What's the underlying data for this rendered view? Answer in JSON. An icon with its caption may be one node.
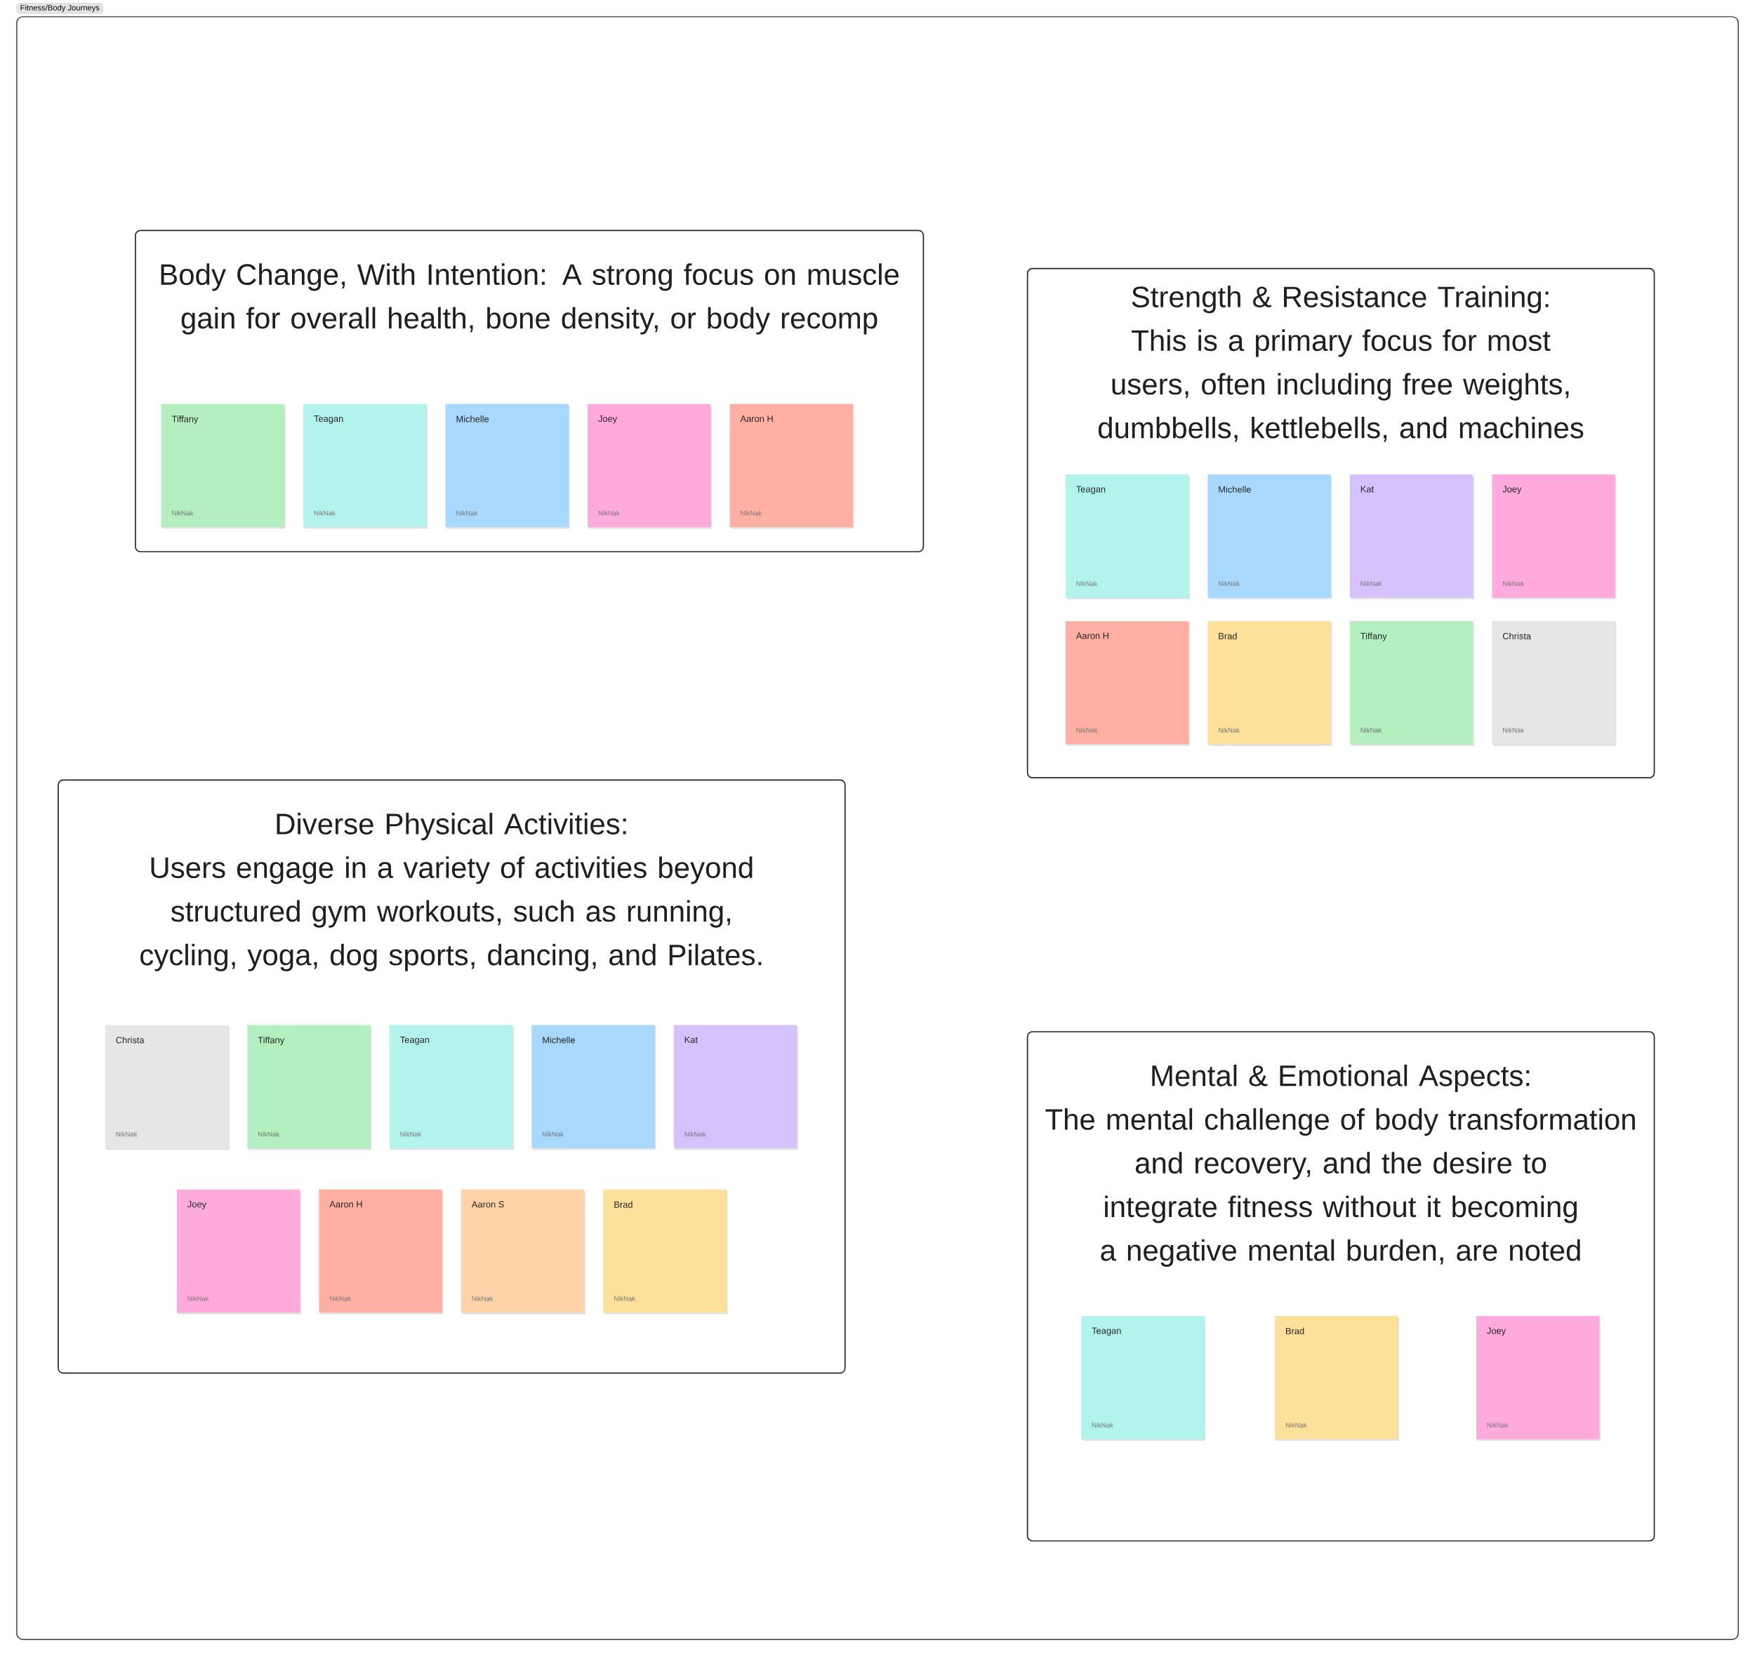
{
  "diagram": {
    "nodes": [
      {
        "text": [
          "Fitness/Body Journeys"
        ]
      },
      {
        "text": [
          "Body Change, With Intention: A strong focus on muscle gain for overall health, bone density, or body recomp"
        ],
        "in": 0
      },
      {
        "text": [
          "Tiffany",
          "NikNak"
        ],
        "in": 1
      },
      {
        "text": [
          "Teagan",
          "NikNak"
        ],
        "in": 1
      },
      {
        "text": [
          "Michelle",
          "NikNak"
        ],
        "in": 1
      },
      {
        "text": [
          "Joey",
          "NikNak"
        ],
        "in": 1
      },
      {
        "text": [
          "Aaron H",
          "NikNak"
        ],
        "in": 1
      },
      {
        "text": [
          "Strength & Resistance Training:",
          "This is a primary focus for most users, often including free weights, dumbbells, kettlebells, and machines"
        ],
        "in": 0
      },
      {
        "text": [
          "Teagan",
          "NikNak"
        ],
        "in": 7
      },
      {
        "text": [
          "Michelle",
          "NikNak"
        ],
        "in": 7
      },
      {
        "text": [
          "Kat",
          "NikNak"
        ],
        "in": 7
      },
      {
        "text": [
          "Joey",
          "NikNak"
        ],
        "in": 7
      },
      {
        "text": [
          "Aaron H",
          "NikNak"
        ],
        "in": 7
      },
      {
        "text": [
          "Brad",
          "NikNak"
        ],
        "in": 7
      },
      {
        "text": [
          "Tiffany",
          "NikNak"
        ],
        "in": 7
      },
      {
        "text": [
          "Christa",
          "NikNak"
        ],
        "in": 7
      },
      {
        "text": [
          "Diverse Physical Activities:",
          "Users engage in a variety of activities beyond structured gym workouts, such as running, cycling, yoga, dog sports, dancing, and Pilates."
        ],
        "in": 0
      },
      {
        "text": [
          "Christa",
          "NikNak"
        ],
        "in": 16
      },
      {
        "text": [
          "Tiffany",
          "NikNak"
        ],
        "in": 16
      },
      {
        "text": [
          "Teagan",
          "NikNak"
        ],
        "in": 16
      },
      {
        "text": [
          "Michelle",
          "NikNak"
        ],
        "in": 16
      },
      {
        "text": [
          "Kat",
          "NikNak"
        ],
        "in": 16
      },
      {
        "text": [
          "Joey",
          "NikNak"
        ],
        "in": 16
      },
      {
        "text": [
          "Aaron H",
          "NikNak"
        ],
        "in": 16
      },
      {
        "text": [
          "Aaron S",
          "NikNak"
        ],
        "in": 16
      },
      {
        "text": [
          "Brad",
          "NikNak"
        ],
        "in": 16
      },
      {
        "text": [
          "Mental & Emotional Aspects:",
          "The mental challenge of body transformation and recovery, and the desire to integrate fitness without it becoming a negative mental burden, are noted"
        ],
        "in": 0
      },
      {
        "text": [
          "Teagan",
          "NikNak"
        ],
        "in": 26
      },
      {
        "text": [
          "Brad",
          "NikNak"
        ],
        "in": 26
      },
      {
        "text": [
          "Joey",
          "NikNak"
        ],
        "in": 26
      }
    ]
  }
}
